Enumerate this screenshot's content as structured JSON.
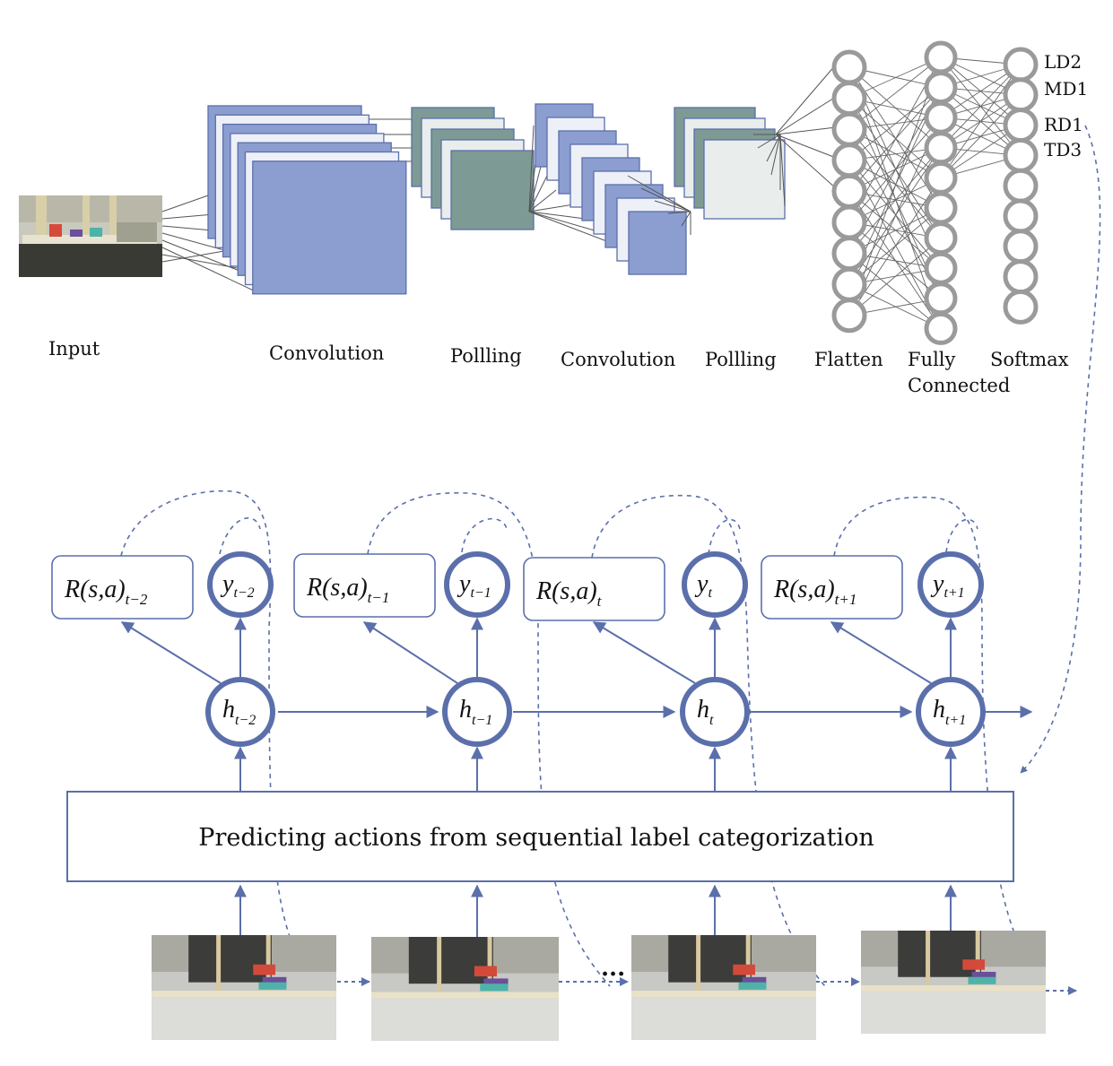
{
  "cnn": {
    "stage_labels": {
      "input": "Input",
      "conv1": "Convolution",
      "pool1": "Pollling",
      "conv2": "Convolution",
      "pool2": "Pollling",
      "flatten": "Flatten",
      "fc_line1": "Fully",
      "fc_line2": "Connected",
      "softmax": "Softmax"
    },
    "output_labels": [
      "LD2",
      "MD1",
      "RD1",
      "TD3"
    ]
  },
  "rnn": {
    "timesteps": [
      {
        "r_base": "R",
        "r_args": "(s,a)",
        "r_sub": "t−2",
        "y": "y",
        "y_sub": "t−2",
        "h": "h",
        "h_sub": "t−2"
      },
      {
        "r_base": "R",
        "r_args": "(s,a)",
        "r_sub": "t−1",
        "y": "y",
        "y_sub": "t−1",
        "h": "h",
        "h_sub": "t−1"
      },
      {
        "r_base": "R",
        "r_args": "(s,a)",
        "r_sub": "t",
        "y": "y",
        "y_sub": "t",
        "h": "h",
        "h_sub": "t"
      },
      {
        "r_base": "R",
        "r_args": "(s,a)",
        "r_sub": "t+1",
        "y": "y",
        "y_sub": "t+1",
        "h": "h",
        "h_sub": "t+1"
      }
    ],
    "prediction_box": "Predicting actions from sequential label categorization",
    "ellipsis": "..."
  },
  "colors": {
    "accent_blue": "#5b6fab",
    "conv_fill": "#8c9ed0",
    "conv_alt": "#eef0f8",
    "pool_fill": "#7e9a94",
    "neuron_gray": "#9a9a9a",
    "edge_gray": "#666666"
  }
}
